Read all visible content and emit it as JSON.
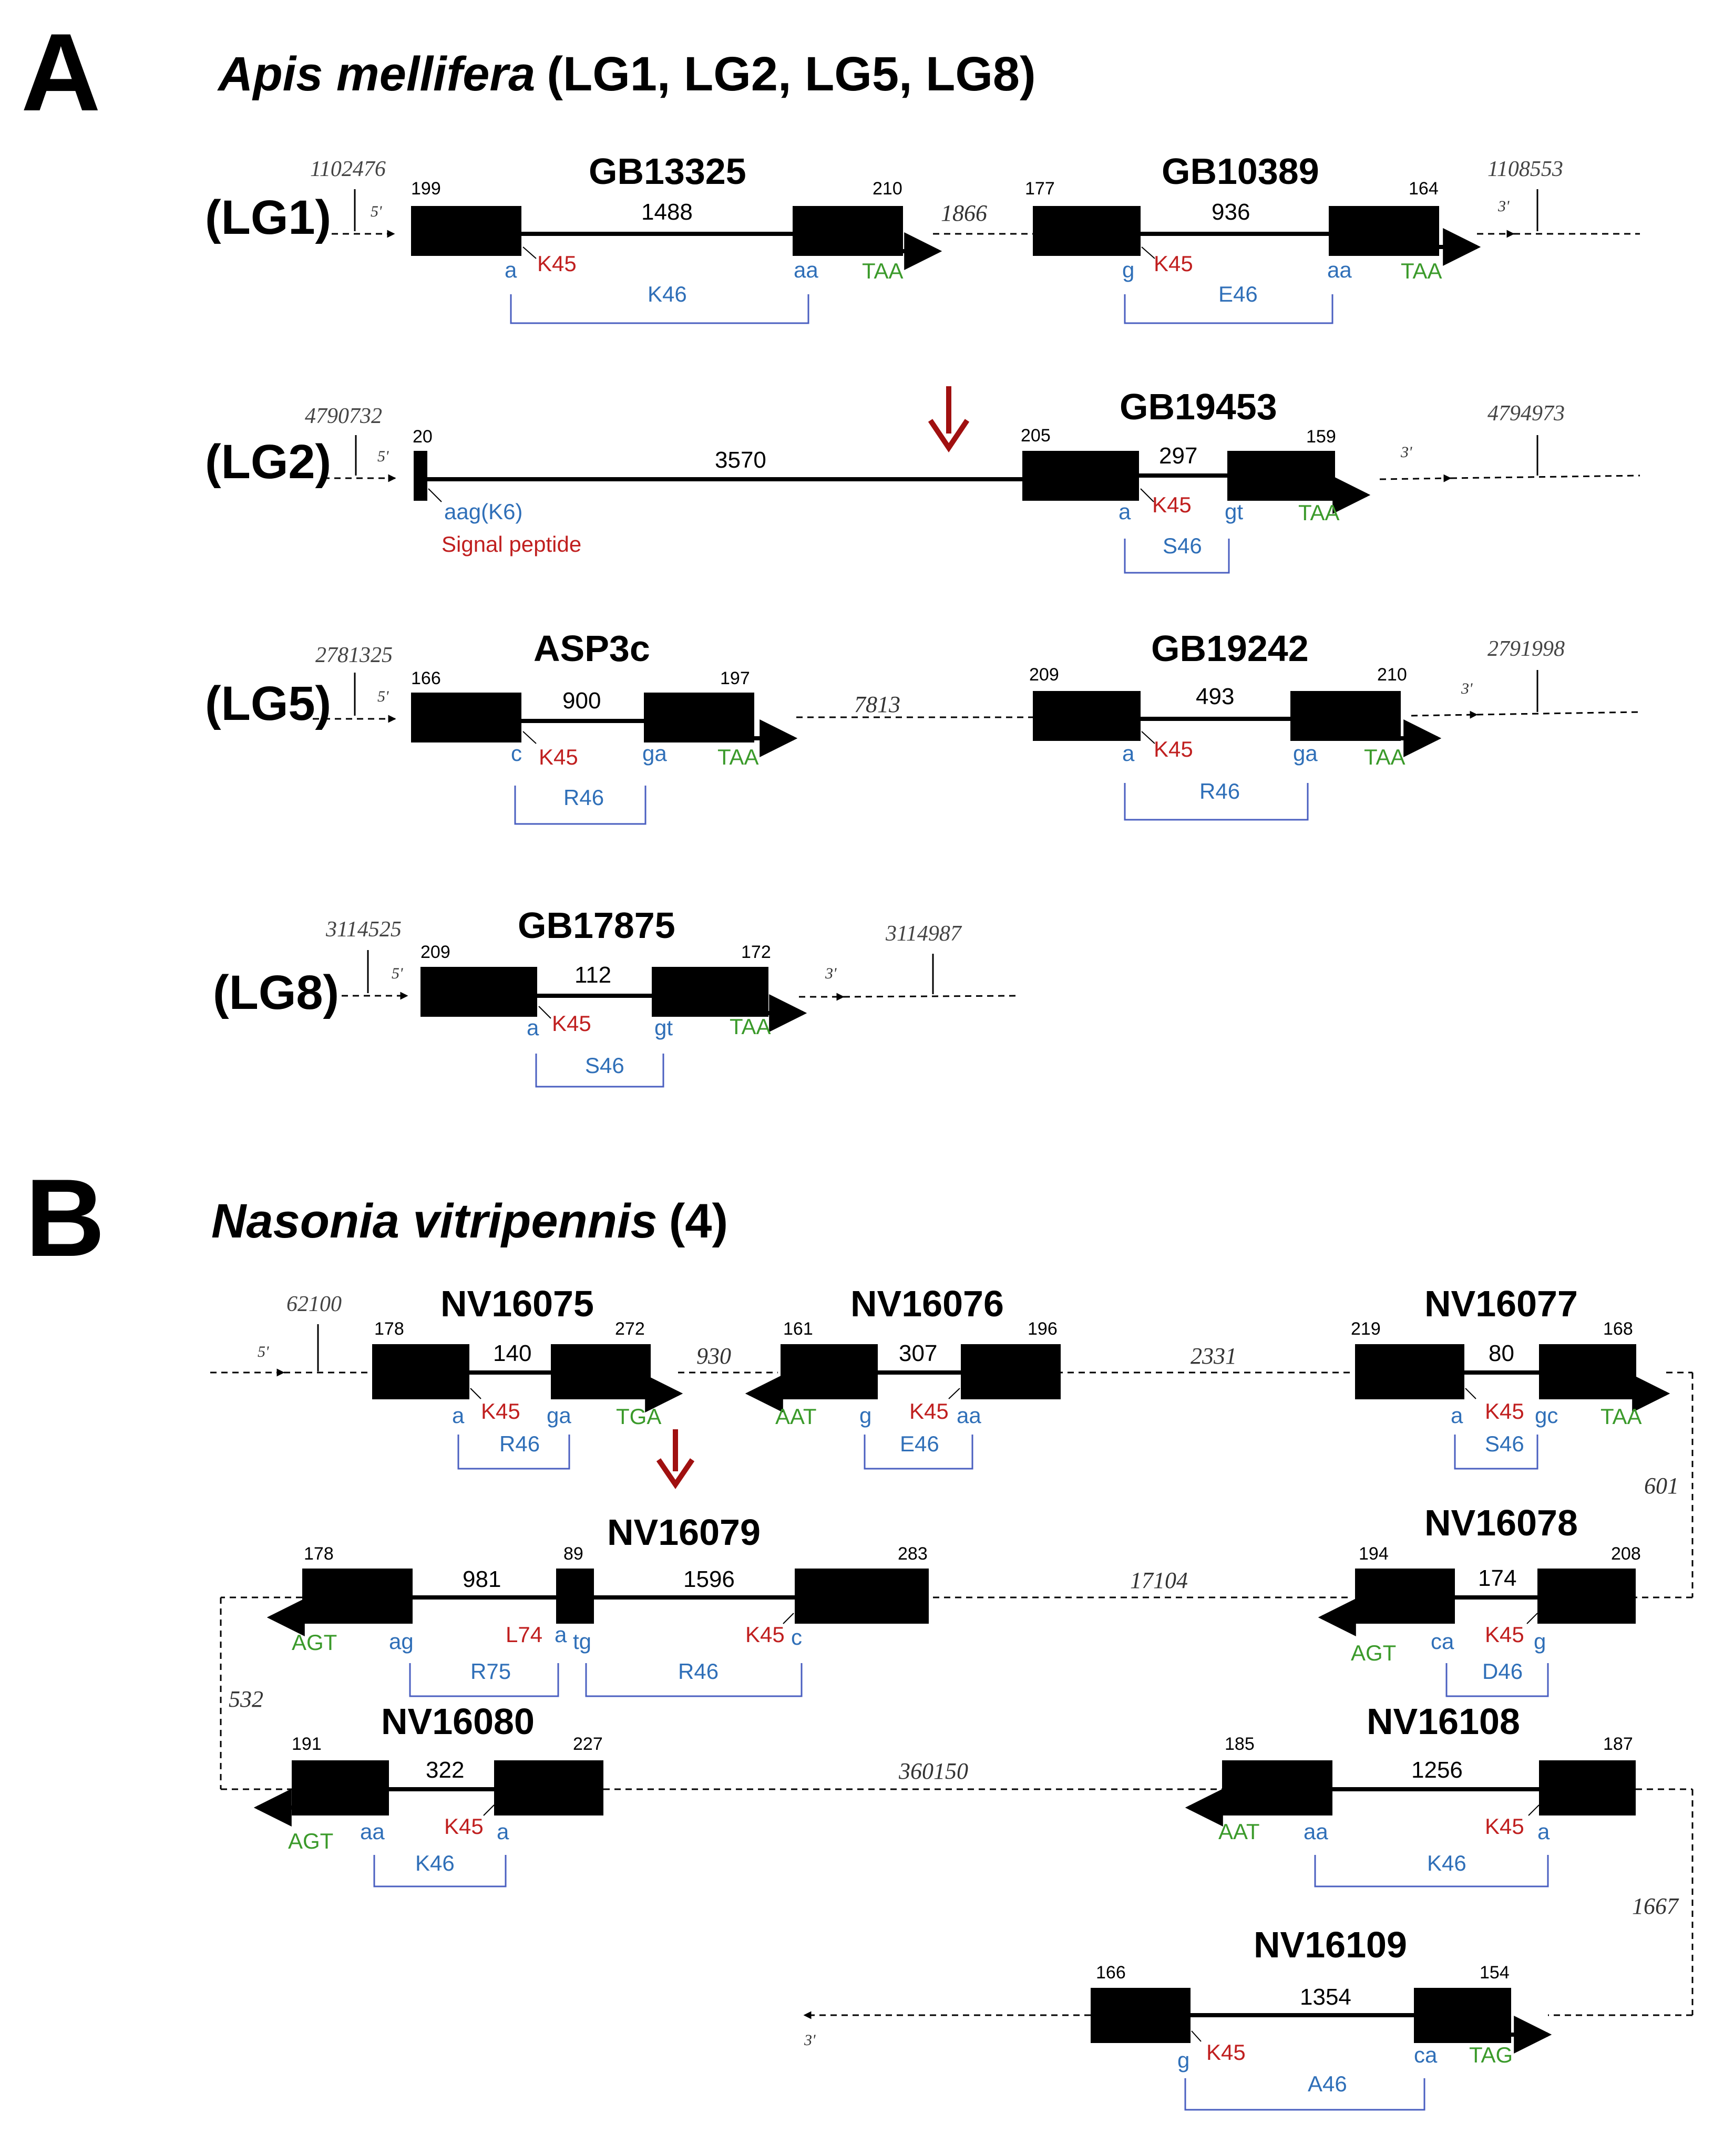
{
  "panelA": {
    "letter": "A",
    "title_species": "Apis mellifera",
    "title_rest": "(LG1, LG2, LG5, LG8)",
    "rows": [
      {
        "lg": "(LG1)",
        "start": "1102476",
        "end": "1108553",
        "five": "5'",
        "three": "3'",
        "intergenic": "1866",
        "genes": [
          {
            "name": "GB13325",
            "ex1": "199",
            "ex2": "210",
            "intron": "1488",
            "left": "a",
            "k": "K45",
            "right": "aa",
            "stop": "TAA",
            "site": "K46"
          },
          {
            "name": "GB10389",
            "ex1": "177",
            "ex2": "164",
            "intron": "936",
            "left": "g",
            "k": "K45",
            "right": "aa",
            "stop": "TAA",
            "site": "E46"
          }
        ]
      },
      {
        "lg": "(LG2)",
        "start": "4790732",
        "end": "4794973",
        "five": "5'",
        "three": "3'",
        "sp_exon": "20",
        "sp_intron": "3570",
        "sp_left": "aag(K6)",
        "sp_label": "Signal peptide",
        "genes": [
          {
            "name": "GB19453",
            "ex1": "205",
            "ex2": "159",
            "intron": "297",
            "left": "a",
            "k": "K45",
            "right": "gt",
            "stop": "TAA",
            "site": "S46"
          }
        ]
      },
      {
        "lg": "(LG5)",
        "start": "2781325",
        "end": "2791998",
        "five": "5'",
        "three": "3'",
        "intergenic": "7813",
        "genes": [
          {
            "name": "ASP3c",
            "ex1": "166",
            "ex2": "197",
            "intron": "900",
            "left": "c",
            "k": "K45",
            "right": "ga",
            "stop": "TAA",
            "site": "R46"
          },
          {
            "name": "GB19242",
            "ex1": "209",
            "ex2": "210",
            "intron": "493",
            "left": "a",
            "k": "K45",
            "right": "ga",
            "stop": "TAA",
            "site": "R46"
          }
        ]
      },
      {
        "lg": "(LG8)",
        "start": "3114525",
        "end": "3114987",
        "five": "5'",
        "three": "3'",
        "genes": [
          {
            "name": "GB17875",
            "ex1": "209",
            "ex2": "172",
            "intron": "112",
            "left": "a",
            "k": "K45",
            "right": "gt",
            "stop": "TAA",
            "site": "S46"
          }
        ]
      }
    ]
  },
  "panelB": {
    "letter": "B",
    "title_species": "Nasonia vitripennis",
    "title_rest": "(4)",
    "start": "62100",
    "five": "5'",
    "three": "3'",
    "intergenic": {
      "a": "930",
      "b": "2331",
      "c": "601",
      "d": "17104",
      "e": "532",
      "f": "360150",
      "g": "1667"
    },
    "genes": {
      "nv16075": {
        "name": "NV16075",
        "ex1": "178",
        "ex2": "272",
        "intron": "140",
        "left": "a",
        "k": "K45",
        "right": "ga",
        "stop": "TGA",
        "site": "R46"
      },
      "nv16076": {
        "name": "NV16076",
        "ex1": "161",
        "ex2": "196",
        "intron": "307",
        "stop": "AAT",
        "left": "g",
        "k": "K45",
        "right": "aa",
        "site": "E46"
      },
      "nv16077": {
        "name": "NV16077",
        "ex1": "219",
        "ex2": "168",
        "intron": "80",
        "left": "a",
        "k": "K45",
        "right": "gc",
        "stop": "TAA",
        "site": "S46"
      },
      "nv16079": {
        "name": "NV16079",
        "ex1": "178",
        "ex_mid": "89",
        "ex2": "283",
        "intron1": "981",
        "intron2": "1596",
        "stop": "AGT",
        "left1": "ag",
        "l": "L74",
        "a": "a",
        "tg": "tg",
        "k": "K45",
        "right2": "c",
        "site1": "R75",
        "site2": "R46"
      },
      "nv16078": {
        "name": "NV16078",
        "ex1": "194",
        "ex2": "208",
        "intron": "174",
        "stop": "AGT",
        "left": "ca",
        "k": "K45",
        "right": "g",
        "site": "D46"
      },
      "nv16080": {
        "name": "NV16080",
        "ex1": "191",
        "ex2": "227",
        "intron": "322",
        "stop": "AGT",
        "left": "aa",
        "k": "K45",
        "right": "a",
        "site": "K46"
      },
      "nv16108": {
        "name": "NV16108",
        "ex1": "185",
        "ex2": "187",
        "intron": "1256",
        "stop": "AAT",
        "left": "aa",
        "k": "K45",
        "right": "a",
        "site": "K46"
      },
      "nv16109": {
        "name": "NV16109",
        "ex1": "166",
        "ex2": "154",
        "intron": "1354",
        "left": "g",
        "k": "K45",
        "right": "ca",
        "stop": "TAG",
        "site": "A46"
      }
    }
  },
  "colors": {
    "black": "#000000",
    "intron_label": "#2f6fb8",
    "lysine": "#c01f1f",
    "stop_codon": "#3a9a2a",
    "bracket": "#4a5fc0",
    "arrow_marker": "#a01010"
  },
  "icons": {
    "insertion_marker": "down-arrow-icon"
  }
}
